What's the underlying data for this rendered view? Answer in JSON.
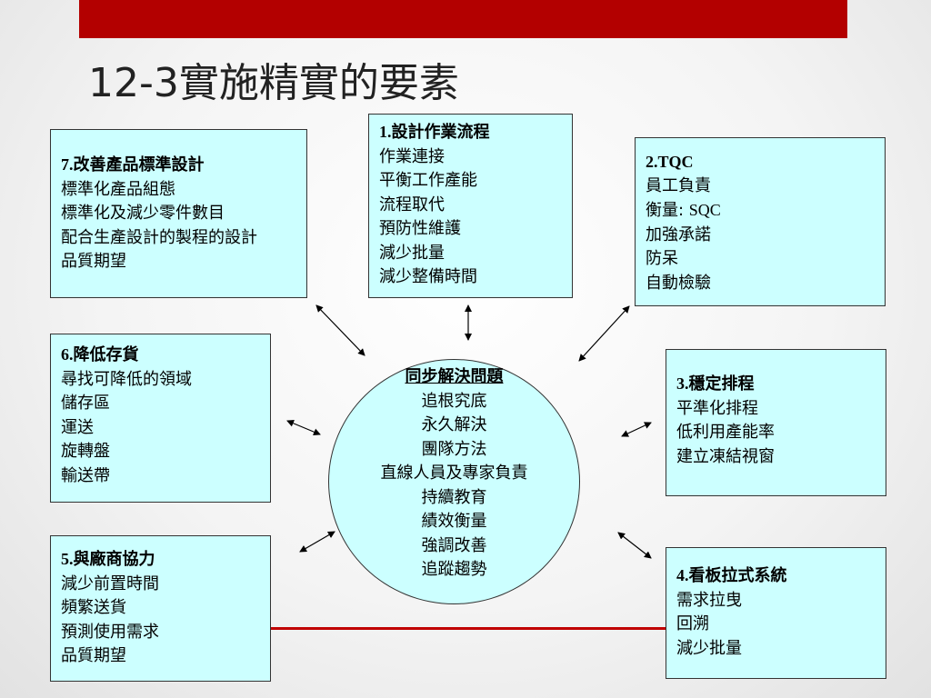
{
  "slide": {
    "title": "12-3實施精實的要素"
  },
  "center": {
    "heading": "同步解決問題",
    "items": [
      "追根究底",
      "永久解決",
      "團隊方法",
      "直線人員及專家負責",
      "持續教育",
      "績效衡量",
      "強調改善",
      "追蹤趨勢"
    ]
  },
  "boxes": {
    "b1": {
      "num": "1.",
      "heading": "設計作業流程",
      "items": [
        "作業連接",
        "平衡工作產能",
        "流程取代",
        "預防性維護",
        "減少批量",
        "減少整備時間"
      ]
    },
    "b2": {
      "num": "2.TQC",
      "items": [
        "員工負責",
        "衡量: ",
        "加強承諾",
        "防呆",
        "自動檢驗"
      ],
      "sqc": "SQC"
    },
    "b3": {
      "num": "3.",
      "heading": "穩定排程",
      "items": [
        "平準化排程",
        "低利用產能率",
        "建立凍結視窗"
      ]
    },
    "b4": {
      "num": "4.",
      "heading": "看板拉式系統",
      "items": [
        "需求拉曳",
        "回溯",
        "減少批量"
      ]
    },
    "b5": {
      "num": "5.",
      "heading": "與廠商協力",
      "items": [
        "減少前置時間",
        "頻繁送貨",
        "預測使用需求",
        "品質期望"
      ]
    },
    "b6": {
      "num": "6.",
      "heading": "降低存貨",
      "items": [
        "尋找可降低的領域",
        "儲存區",
        "運送",
        "旋轉盤",
        "輸送帶"
      ]
    },
    "b7": {
      "num": "7.",
      "heading": "改善產品標準設計",
      "items": [
        "標準化產品組態",
        "標準化及減少零件數目",
        "配合生產設計的製程的設計",
        "品質期望"
      ]
    }
  },
  "colors": {
    "accent_bar": "#b30000",
    "box_fill": "#ccffff"
  }
}
